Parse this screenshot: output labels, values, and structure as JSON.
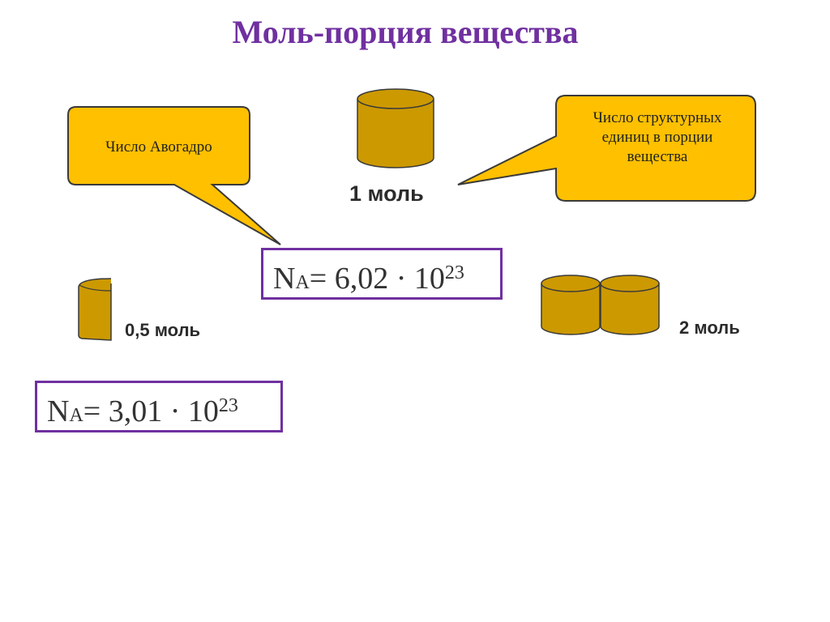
{
  "title": "Моль-порция вещества",
  "callouts": {
    "left": "Число Авогадро",
    "right": "Число структурных единиц в порции вещества"
  },
  "labels": {
    "one_mol": "1 моль",
    "half_mol": "0,5 моль",
    "two_mol": "2 моль"
  },
  "formulas": {
    "main": {
      "symbol": "N",
      "sub": "A",
      "rest": "= 6,02 · 10",
      "exp": "23"
    },
    "half": {
      "symbol": "N",
      "sub": "A",
      "rest": "= 3,01 · 10",
      "exp": "23"
    }
  },
  "colors": {
    "accent": "#7030A0",
    "callout_fill": "#FFC000",
    "cylinder_fill": "#CC9900",
    "outline": "#3a3a3a"
  }
}
